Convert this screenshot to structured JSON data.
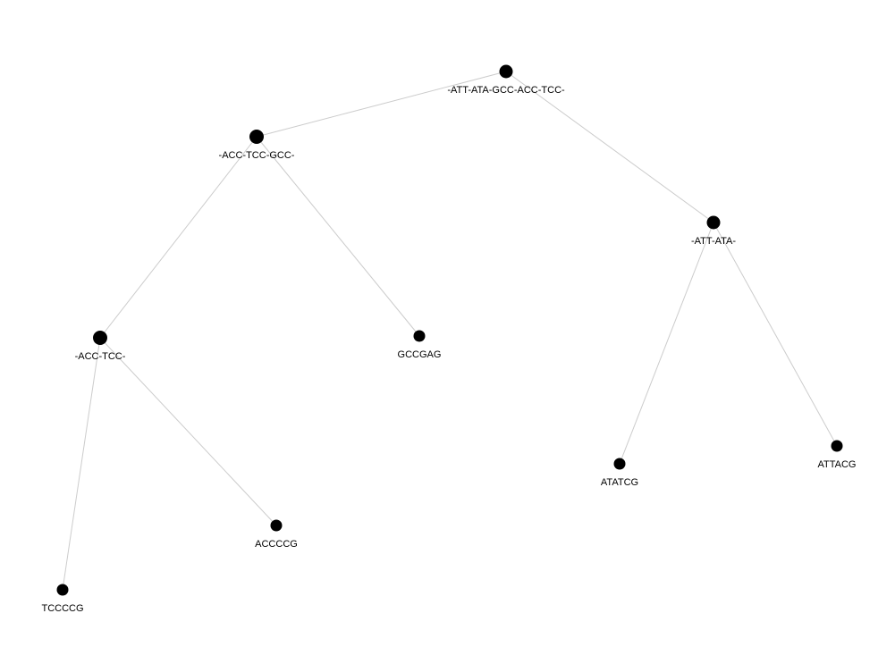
{
  "tree": {
    "nodes": [
      {
        "id": "root",
        "label": "-ATT-ATA-GCC-ACC-TCC-",
        "type": "internal"
      },
      {
        "id": "n-acc-tcc-gcc",
        "label": "-ACC-TCC-GCC-",
        "type": "internal"
      },
      {
        "id": "n-att-ata",
        "label": "-ATT-ATA-",
        "type": "internal"
      },
      {
        "id": "n-acc-tcc",
        "label": "-ACC-TCC-",
        "type": "internal"
      },
      {
        "id": "leaf-gccgag",
        "label": "GCCGAG",
        "type": "leaf"
      },
      {
        "id": "leaf-tccccg",
        "label": "TCCCCG",
        "type": "leaf"
      },
      {
        "id": "leaf-accccg",
        "label": "ACCCCG",
        "type": "leaf"
      },
      {
        "id": "leaf-atatcg",
        "label": "ATATCG",
        "type": "leaf"
      },
      {
        "id": "leaf-attacg",
        "label": "ATTACG",
        "type": "leaf"
      }
    ],
    "edges": [
      {
        "from": "root",
        "to": "n-acc-tcc-gcc"
      },
      {
        "from": "root",
        "to": "n-att-ata"
      },
      {
        "from": "n-acc-tcc-gcc",
        "to": "n-acc-tcc"
      },
      {
        "from": "n-acc-tcc-gcc",
        "to": "leaf-gccgag"
      },
      {
        "from": "n-acc-tcc",
        "to": "leaf-tccccg"
      },
      {
        "from": "n-acc-tcc",
        "to": "leaf-accccg"
      },
      {
        "from": "n-att-ata",
        "to": "leaf-atatcg"
      },
      {
        "from": "n-att-ata",
        "to": "leaf-attacg"
      }
    ],
    "colors": {
      "node": "#000000",
      "edge": "#cccccc",
      "background": "#ffffff"
    }
  }
}
